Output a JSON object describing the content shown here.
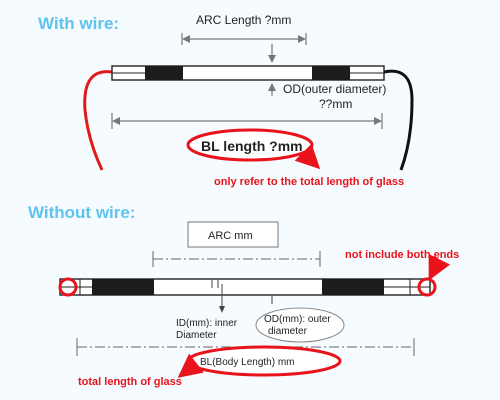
{
  "colors": {
    "heading": "#5ec4ee",
    "red": "#e8131b",
    "line": "#555555",
    "dark": "#1a1a1a"
  },
  "top": {
    "heading": "With wire:",
    "arc_label": "ARC Length ?mm",
    "od_label_1": "OD(outer diameter)",
    "od_label_2": "??mm",
    "bl_label": "BL length ?mm",
    "note": "only refer to the total length of glass"
  },
  "bottom": {
    "heading": "Without wire:",
    "arc_label": "ARC mm",
    "not_include": "not include both ends",
    "id_label_1": "ID(mm): inner",
    "id_label_2": "Diameter",
    "od_label_1": "OD(mm): outer",
    "od_label_2": "diameter",
    "bl_label": "BL(Body Length)  mm",
    "note": "total length of glass"
  }
}
